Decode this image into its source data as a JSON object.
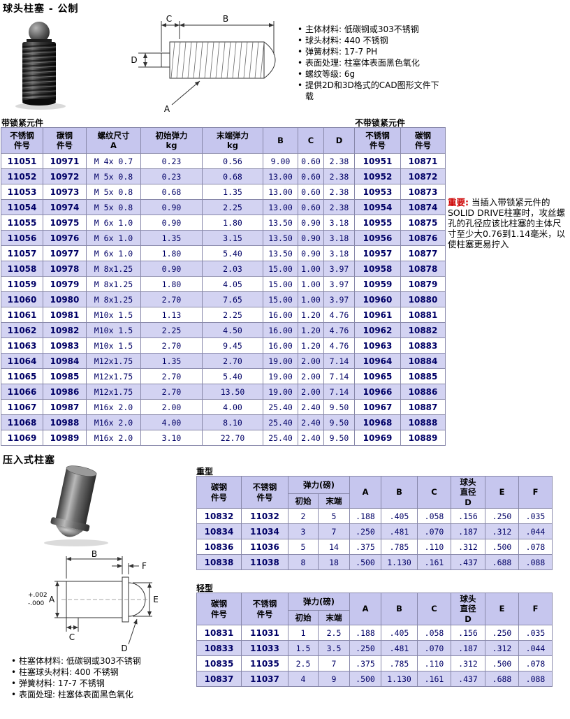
{
  "page": {
    "title": "球头柱塞 - 公制",
    "section2_title": "压入式柱塞"
  },
  "specs_top": {
    "items": [
      "主体材料: 低碳钢或303不锈钢",
      "球头材料: 440 不锈钢",
      "弹簧材料: 17-7 PH",
      "表面处理: 柱塞体表面黑色氧化",
      "螺纹等级: 6g",
      "提供2D和3D格式的CAD图形文件下载"
    ]
  },
  "specs_bottom": {
    "items": [
      "柱塞体材料: 低碳钢或303不锈钢",
      "柱塞球头材料: 400 不锈钢",
      "弹簧材料: 17-7 不锈钢",
      "表面处理: 柱塞体表面黑色氧化"
    ]
  },
  "note": {
    "label": "重要:",
    "text": " 当插入带锁紧元件的SOLID DRIVE柱塞时，攻丝螺孔的孔径应该比柱塞的主体尺寸至少大0.76到1.14毫米，以使柱塞更易拧入"
  },
  "diagram_ball": {
    "a": "A",
    "b": "B",
    "c": "C",
    "d": "D"
  },
  "diagram_press": {
    "a": "A",
    "b": "B",
    "c": "C",
    "d": "D",
    "e": "E",
    "f": "F",
    "tol_plus": "+.002",
    "tol_minus": "-.000"
  },
  "main_table": {
    "label_left": "带锁紧元件",
    "label_right": "不带锁紧元件",
    "headers": [
      "不锈钢\n件号",
      "碳钢\n件号",
      "螺纹尺寸\nA",
      "初始弹力\nkg",
      "末端弹力\nkg",
      "B",
      "C",
      "D",
      "不锈钢\n件号",
      "碳钢\n件号"
    ],
    "rows": [
      [
        "11051",
        "10971",
        "M 4x 0.7",
        "0.23",
        "0.56",
        "9.00",
        "0.60",
        "2.38",
        "10951",
        "10871"
      ],
      [
        "11052",
        "10972",
        "M 5x 0.8",
        "0.23",
        "0.68",
        "13.00",
        "0.60",
        "2.38",
        "10952",
        "10872"
      ],
      [
        "11053",
        "10973",
        "M 5x 0.8",
        "0.68",
        "1.35",
        "13.00",
        "0.60",
        "2.38",
        "10953",
        "10873"
      ],
      [
        "11054",
        "10974",
        "M 5x 0.8",
        "0.90",
        "2.25",
        "13.00",
        "0.60",
        "2.38",
        "10954",
        "10874"
      ],
      [
        "11055",
        "10975",
        "M 6x 1.0",
        "0.90",
        "1.80",
        "13.50",
        "0.90",
        "3.18",
        "10955",
        "10875"
      ],
      [
        "11056",
        "10976",
        "M 6x 1.0",
        "1.35",
        "3.15",
        "13.50",
        "0.90",
        "3.18",
        "10956",
        "10876"
      ],
      [
        "11057",
        "10977",
        "M 6x 1.0",
        "1.80",
        "5.40",
        "13.50",
        "0.90",
        "3.18",
        "10957",
        "10877"
      ],
      [
        "11058",
        "10978",
        "M 8x1.25",
        "0.90",
        "2.03",
        "15.00",
        "1.00",
        "3.97",
        "10958",
        "10878"
      ],
      [
        "11059",
        "10979",
        "M 8x1.25",
        "1.80",
        "4.05",
        "15.00",
        "1.00",
        "3.97",
        "10959",
        "10879"
      ],
      [
        "11060",
        "10980",
        "M 8x1.25",
        "2.70",
        "7.65",
        "15.00",
        "1.00",
        "3.97",
        "10960",
        "10880"
      ],
      [
        "11061",
        "10981",
        "M10x 1.5",
        "1.13",
        "2.25",
        "16.00",
        "1.20",
        "4.76",
        "10961",
        "10881"
      ],
      [
        "11062",
        "10982",
        "M10x 1.5",
        "2.25",
        "4.50",
        "16.00",
        "1.20",
        "4.76",
        "10962",
        "10882"
      ],
      [
        "11063",
        "10983",
        "M10x 1.5",
        "2.70",
        "9.45",
        "16.00",
        "1.20",
        "4.76",
        "10963",
        "10883"
      ],
      [
        "11064",
        "10984",
        "M12x1.75",
        "1.35",
        "2.70",
        "19.00",
        "2.00",
        "7.14",
        "10964",
        "10884"
      ],
      [
        "11065",
        "10985",
        "M12x1.75",
        "2.70",
        "5.40",
        "19.00",
        "2.00",
        "7.14",
        "10965",
        "10885"
      ],
      [
        "11066",
        "10986",
        "M12x1.75",
        "2.70",
        "13.50",
        "19.00",
        "2.00",
        "7.14",
        "10966",
        "10886"
      ],
      [
        "11067",
        "10987",
        "M16x 2.0",
        "2.00",
        "4.00",
        "25.40",
        "2.40",
        "9.50",
        "10967",
        "10887"
      ],
      [
        "11068",
        "10988",
        "M16x 2.0",
        "4.00",
        "8.10",
        "25.40",
        "2.40",
        "9.50",
        "10968",
        "10888"
      ],
      [
        "11069",
        "10989",
        "M16x 2.0",
        "3.10",
        "22.70",
        "25.40",
        "2.40",
        "9.50",
        "10969",
        "10889"
      ]
    ]
  },
  "press_headers": {
    "carbon": "碳钢\n件号",
    "stainless": "不锈钢\n件号",
    "force": "弹力(磅)",
    "initial": "初始",
    "final": "末端",
    "a": "A",
    "b": "B",
    "c": "C",
    "ball": "球头\n直径\nD",
    "e": "E",
    "f": "F"
  },
  "heavy_table": {
    "label": "重型",
    "rows": [
      [
        "10832",
        "11032",
        "2",
        "5",
        ".188",
        ".405",
        ".058",
        ".156",
        ".250",
        ".035"
      ],
      [
        "10834",
        "11034",
        "3",
        "7",
        ".250",
        ".481",
        ".070",
        ".187",
        ".312",
        ".044"
      ],
      [
        "10836",
        "11036",
        "5",
        "14",
        ".375",
        ".785",
        ".110",
        ".312",
        ".500",
        ".078"
      ],
      [
        "10838",
        "11038",
        "8",
        "18",
        ".500",
        "1.130",
        ".161",
        ".437",
        ".688",
        ".088"
      ]
    ]
  },
  "light_table": {
    "label": "轻型",
    "rows": [
      [
        "10831",
        "11031",
        "1",
        "2.5",
        ".188",
        ".405",
        ".058",
        ".156",
        ".250",
        ".035"
      ],
      [
        "10833",
        "11033",
        "1.5",
        "3.5",
        ".250",
        ".481",
        ".070",
        ".187",
        ".312",
        ".044"
      ],
      [
        "10835",
        "11035",
        "2.5",
        "7",
        ".375",
        ".785",
        ".110",
        ".312",
        ".500",
        ".078"
      ],
      [
        "10837",
        "11037",
        "4",
        "9",
        ".500",
        "1.130",
        ".161",
        ".437",
        ".688",
        ".088"
      ]
    ]
  },
  "colors": {
    "header_bg": "#c6c6ee",
    "alt_row_bg": "#d3d3f2",
    "cell_text": "#000066",
    "note_label": "#cc0000"
  }
}
